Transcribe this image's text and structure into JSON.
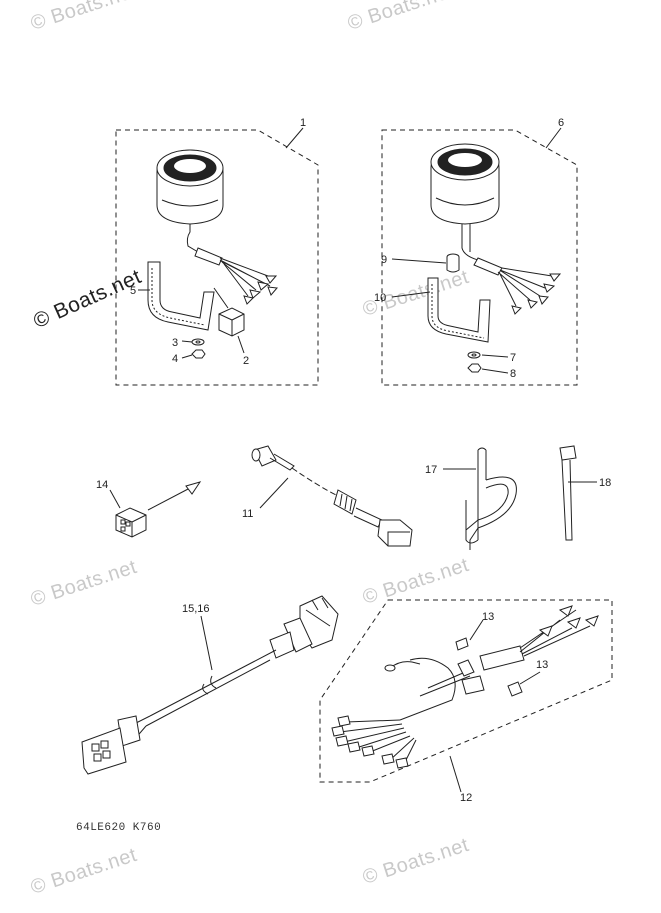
{
  "watermark": {
    "text": "© Boats.net"
  },
  "diagram": {
    "code": "64LE620 K760",
    "callouts": {
      "c1": "1",
      "c2": "2",
      "c3": "3",
      "c4": "4",
      "c5": "5",
      "c6": "6",
      "c7": "7",
      "c8": "8",
      "c9": "9",
      "c10": "10",
      "c11": "11",
      "c12": "12",
      "c13a": "13",
      "c13b": "13",
      "c14": "14",
      "c15_16": "15,16",
      "c17": "17",
      "c18": "18"
    }
  }
}
